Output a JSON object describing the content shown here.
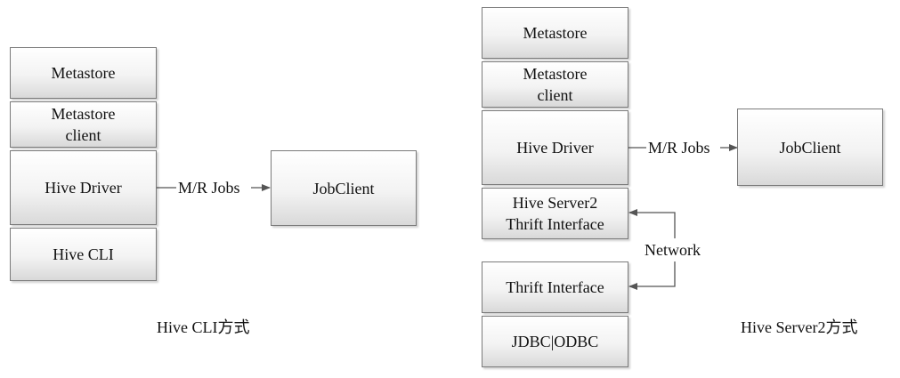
{
  "left": {
    "stack": [
      "Metastore",
      "Metastore\nclient",
      "Hive Driver",
      "Hive CLI"
    ],
    "edge_label": "M/R Jobs",
    "target": "JobClient",
    "caption": "Hive CLI方式"
  },
  "right": {
    "stack_top": [
      "Metastore",
      "Metastore\nclient",
      "Hive Driver",
      "Hive Server2\nThrift Interface"
    ],
    "stack_bottom": [
      "Thrift Interface",
      "JDBC|ODBC"
    ],
    "edge_label": "M/R Jobs",
    "target": "JobClient",
    "network_label": "Network",
    "caption": "Hive Server2方式"
  }
}
